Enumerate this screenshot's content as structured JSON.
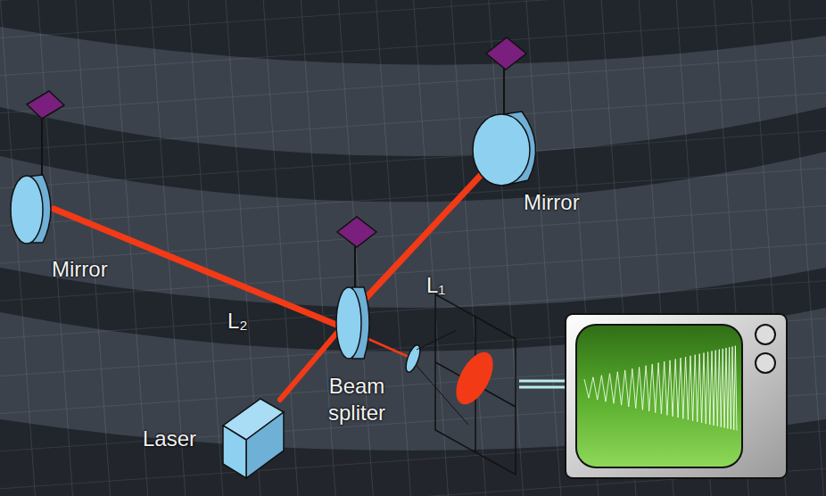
{
  "diagram": {
    "labels": [
      "Mirror",
      "Mirror",
      "L₁",
      "L₂",
      "Beam spliter",
      "Laser"
    ]
  }
}
